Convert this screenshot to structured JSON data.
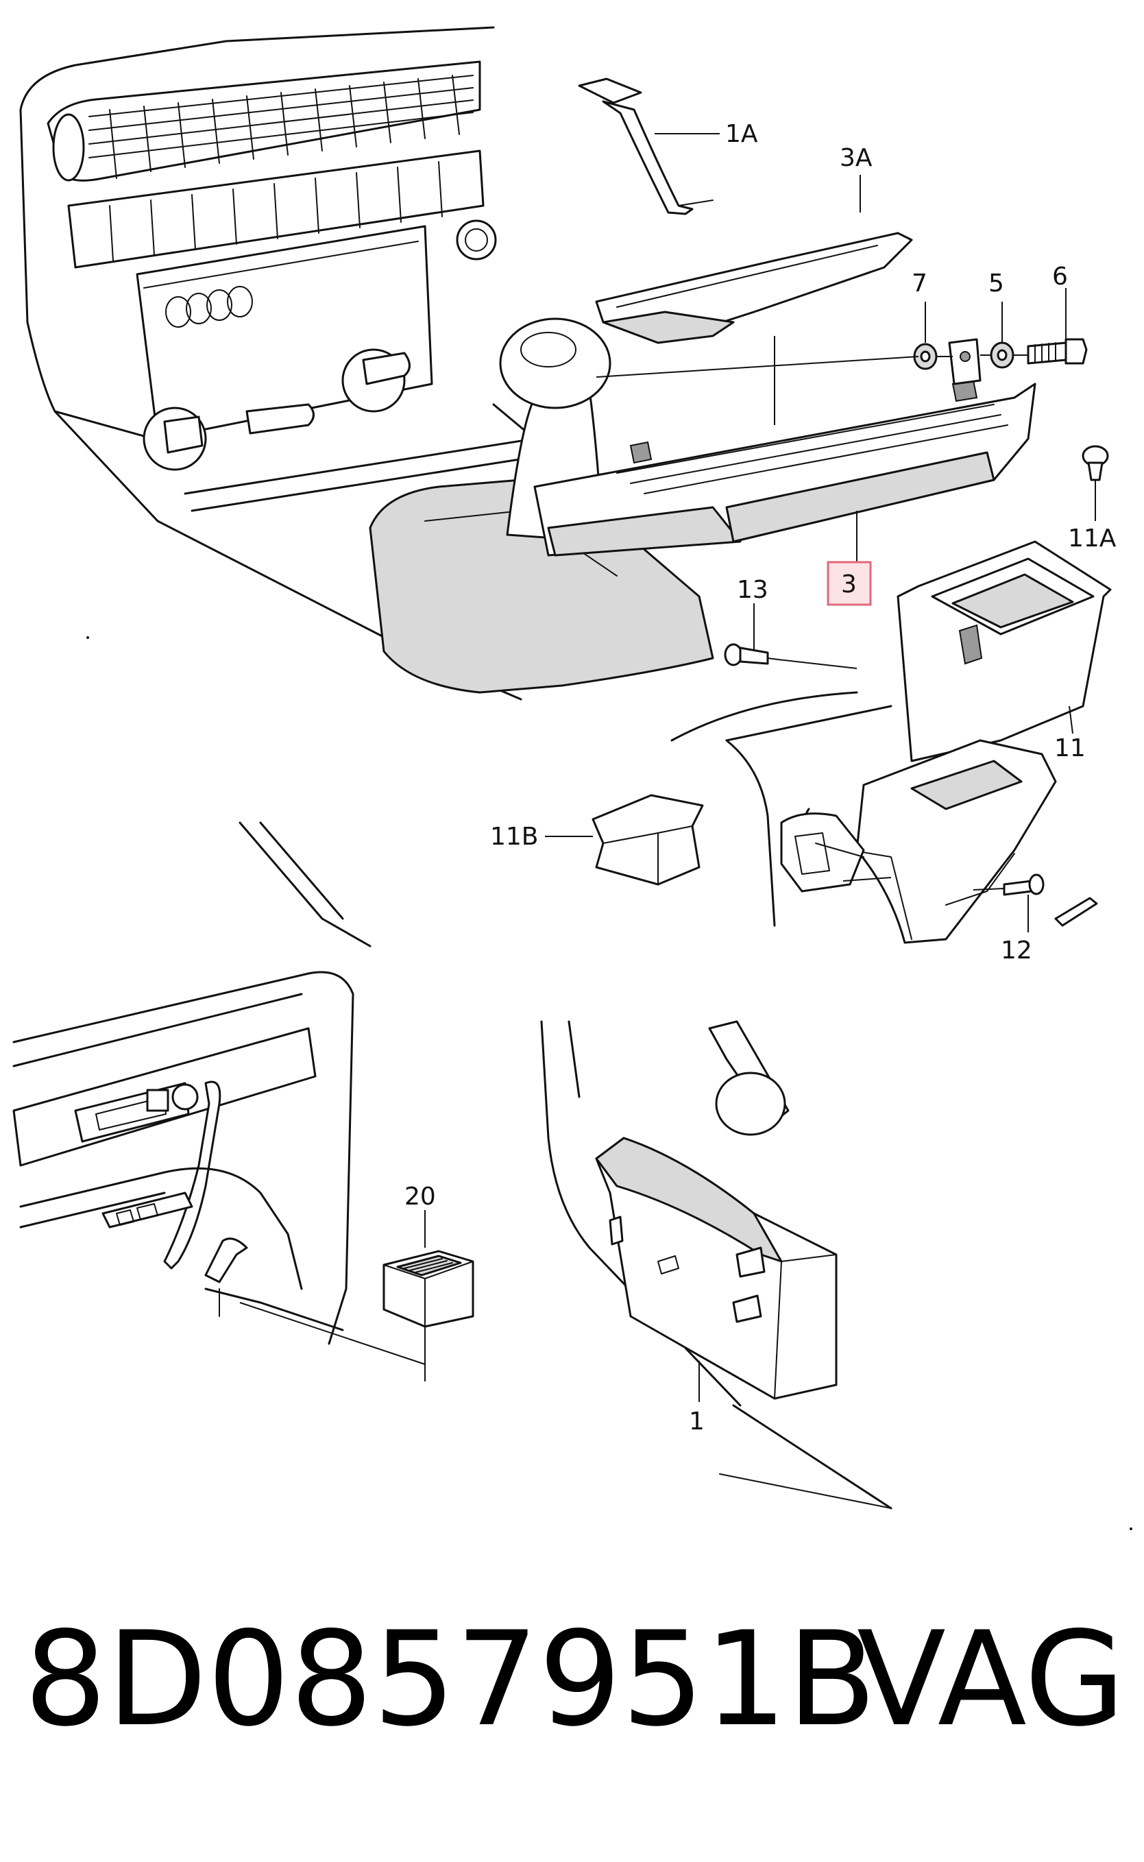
{
  "callouts": [
    {
      "id": "1A",
      "text": "1A"
    },
    {
      "id": "3A",
      "text": "3A"
    },
    {
      "id": "7",
      "text": "7"
    },
    {
      "id": "5",
      "text": "5"
    },
    {
      "id": "6",
      "text": "6"
    },
    {
      "id": "11A",
      "text": "11A"
    },
    {
      "id": "3",
      "text": "3",
      "highlighted": true
    },
    {
      "id": "13",
      "text": "13"
    },
    {
      "id": "11",
      "text": "11"
    },
    {
      "id": "11B",
      "text": "11B"
    },
    {
      "id": "12",
      "text": "12"
    },
    {
      "id": "20",
      "text": "20"
    },
    {
      "id": "1",
      "text": "1"
    }
  ],
  "footer": {
    "part_number": "8D0857951B",
    "brand": "VAG"
  },
  "colors": {
    "line": "#111111",
    "highlight_fill": "#fbe3e6",
    "highlight_stroke": "#e06a7a"
  }
}
